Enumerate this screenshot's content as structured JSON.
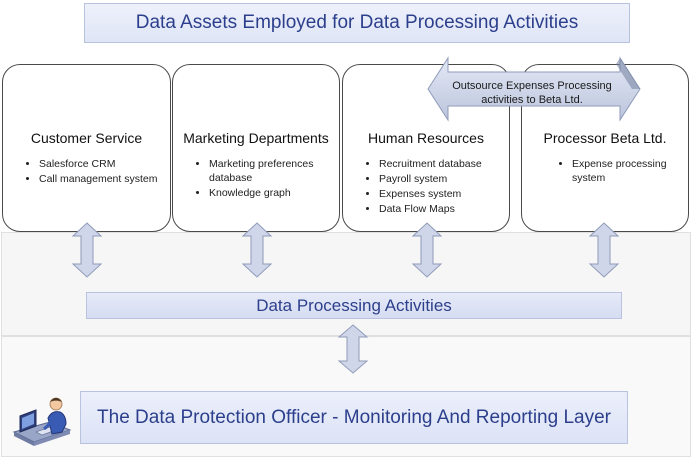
{
  "title": "Data Assets Employed for Data Processing Activities",
  "departments": [
    {
      "name": "Customer Service",
      "items": [
        "Salesforce CRM",
        "Call management system"
      ]
    },
    {
      "name": "Marketing Departments",
      "items": [
        "Marketing preferences database",
        "Knowledge graph"
      ]
    },
    {
      "name": "Human Resources",
      "items": [
        "Recruitment database",
        "Payroll system",
        "Expenses system",
        "Data Flow Maps"
      ]
    },
    {
      "name": "Processor Beta Ltd.",
      "items": [
        "Expense processing system"
      ]
    }
  ],
  "outsource_note": "Outsource Expenses Processing activities to Beta Ltd.",
  "processing_label": "Data Processing Activities",
  "dpo_label": "The Data Protection Officer - Monitoring And Reporting Layer",
  "icons": [
    "computer-user-icon"
  ],
  "colors": {
    "title_text": "#2c3f8c",
    "bar_fill": "#dfe5f6",
    "arrow_fill": "#cfd6ea"
  }
}
